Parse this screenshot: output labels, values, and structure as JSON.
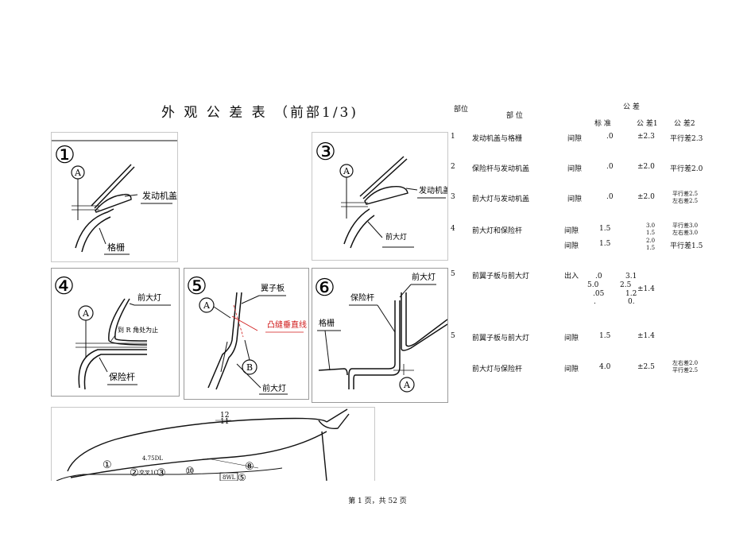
{
  "document": {
    "title": "外 观 公 差 表 （前部1/3)",
    "footer": "第 1 页，共 52 页"
  },
  "table": {
    "headers": {
      "part_left": "部位",
      "part": "部      位",
      "tolerance": "公        差",
      "standard": "标  准",
      "tol1": "公 差1",
      "tol2": "公 差2"
    },
    "rows": [
      {
        "num": "1",
        "name": "发动机盖与格栅",
        "type": "间隙",
        "standard": ".0",
        "tol1": "±2.3",
        "tol2": "平行差2.3"
      },
      {
        "num": "2",
        "name": "保险杆与发动机盖",
        "type": "间隙",
        "standard": ".0",
        "tol1": "±2.0",
        "tol2": "平行差2.0"
      },
      {
        "num": "3",
        "name": "前大灯与发动机盖",
        "type": "间隙",
        "standard": ".0",
        "tol1": "±2.0",
        "tol2_a": "平行差2.5",
        "tol2_b": "左右差2.5"
      },
      {
        "num": "4",
        "name": "前大灯和保险杆",
        "type": "间隙",
        "standard": "1.5",
        "tol1_a": "3.0",
        "tol1_b": "1.5",
        "tol2_a": "平行差3.0",
        "tol2_b": "左右差3.0",
        "type2": "间隙",
        "standard2": "1.5",
        "tol1_c": "2.0",
        "tol1_d": "1.5",
        "tol2_c": "平行差1.5"
      },
      {
        "num": "5",
        "name": "前翼子板与前大灯",
        "type": "出入",
        "v1": ".0",
        "v2": "3.1",
        "v3": "5.0",
        "v4": "2.5",
        "v5": ".05",
        "v6": "1.2",
        "tol1": "±1.4",
        "v7": ".",
        "v8": "0."
      },
      {
        "num": "5",
        "name": "前翼子板与前大灯",
        "type": "间隙",
        "standard": "1.5",
        "tol1": "±1.4"
      },
      {
        "num": "",
        "name": "前大灯与保险杆",
        "type": "间隙",
        "standard": "4.0",
        "tol1": "±2.5",
        "tol2_a": "左右差2.0",
        "tol2_b": "平行差2.5"
      }
    ]
  },
  "figures": {
    "fig1": {
      "num": "①",
      "marker": "A",
      "label1": "发动机盖",
      "label2": "格栅"
    },
    "fig3": {
      "num": "③",
      "marker": "A",
      "label1": "发动机盖",
      "label2": "前大灯"
    },
    "fig4": {
      "num": "④",
      "marker": "A",
      "label1": "前大灯",
      "label2": "到 R 角处为止",
      "label3": "保险杆"
    },
    "fig5": {
      "num": "⑤",
      "marker1": "A",
      "marker2": "B",
      "label1": "翼子板",
      "label2": "凸缝垂直线",
      "label3": "前大灯"
    },
    "fig6": {
      "num": "⑥",
      "marker": "A",
      "label1": "前大灯",
      "label2": "保险杆",
      "label3": "格栅"
    },
    "overview": {
      "top_label": "12",
      "top_label2": "11",
      "c1": "①",
      "c2": "②",
      "c3": "③",
      "c10": "⑩",
      "c8": "⑧",
      "c5": "⑤",
      "tag1": "4.75DL",
      "tag2": "交叉1C",
      "tag3": "8WL"
    }
  },
  "colors": {
    "accent_red": "#d01818",
    "line": "#111111"
  }
}
